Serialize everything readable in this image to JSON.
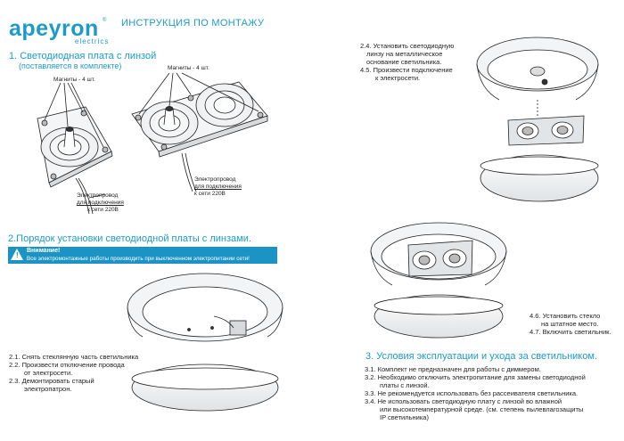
{
  "brand": {
    "name": "apeyron",
    "sub": "electrics",
    "reg": "®"
  },
  "header": {
    "title": "ИНСТРУКЦИЯ ПО МОНТАЖУ"
  },
  "section1": {
    "title": "1. Светодиодная плата с линзой",
    "subtitle": "(поставляется в комплекте)",
    "magnets_left": "Магниты - 4 шт.",
    "magnets_right": "Магниты - 4 шт.",
    "wire_left": [
      "Электропровод",
      "для подключения",
      "к сети 220В"
    ],
    "wire_right": [
      "Электропровод",
      "для подключения",
      "к сети 220В"
    ]
  },
  "section2": {
    "title": "2.Порядок установки светодиодной платы с линзами.",
    "warning_title": "Внимание!",
    "warning_text": "Все электромонтажные работы производить при выключенном электропитании сети!",
    "steps": [
      "2.1. Снять стеклянную часть светильника",
      "2.2. Произвести отключение провода",
      "от электросети.",
      "2.3. Демонтировать старый",
      "электропатрон."
    ]
  },
  "step24": [
    "2.4. Установить светодиодную",
    "линзу на металлическое",
    "основание светильника.",
    "4.5. Произвести подключение",
    "к электросети."
  ],
  "step46": [
    "4.6. Установить стекло",
    "на штатное место.",
    "4.7. Включить светильник."
  ],
  "section3": {
    "title": "3. Условия эксплуатации и ухода за светильником.",
    "items": [
      "3.1. Комплект не предназначен для работы с диммером.",
      "3.2. Необходимо отключить электропитание для замены светодиодной",
      "платы с линзой.",
      "3.3. Не рекомендуется использовать без рассеивателя светильника.",
      "3.4. Не использовать светодиодную плату с линзой во влажной",
      "или высокотемпературной среде. (см. степень пылевлагозащиты",
      "IP светильника)"
    ]
  },
  "colors": {
    "accent": "#1c9bc9",
    "warning_bg": "#1b93c4"
  }
}
